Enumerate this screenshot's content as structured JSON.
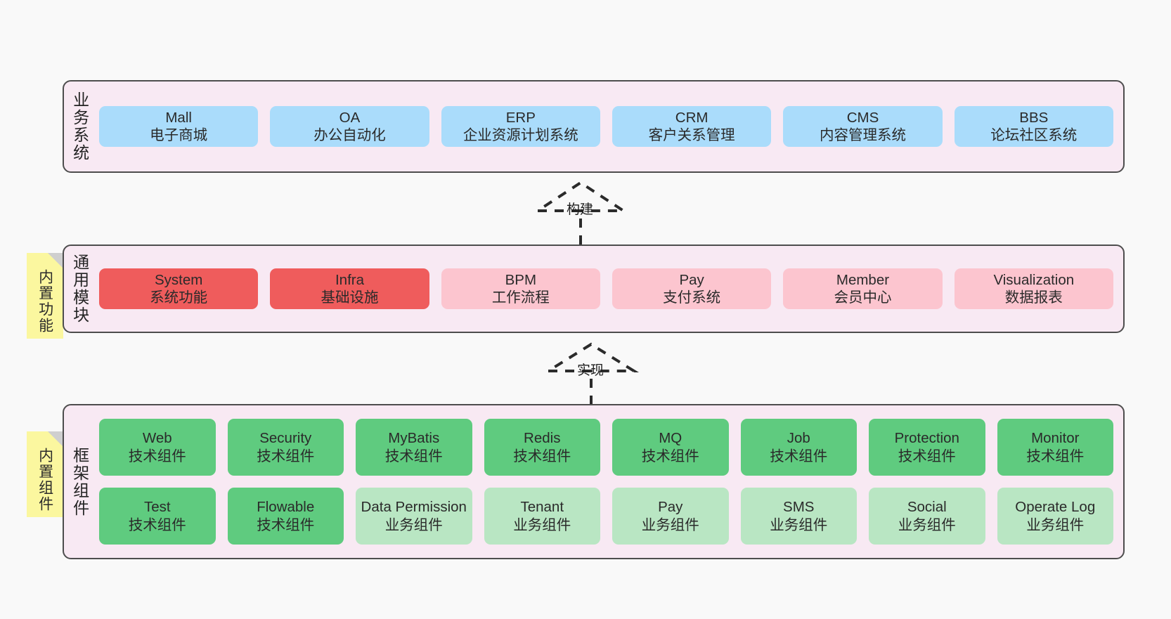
{
  "diagram": {
    "title": "系统架构分层图",
    "background": "#f9f9f9",
    "colors": {
      "container_fill": "#f8e9f3",
      "container_border": "#4d4d4d",
      "business_card": "#aadcfb",
      "module_core": "#ef5c5c",
      "module_other": "#fcc5cf",
      "framework_tech": "#5fcb7f",
      "framework_business": "#b9e6c3",
      "note_fill": "#fbf79f",
      "note_fold": "#cfcfcf"
    }
  },
  "layers": [
    {
      "id": "business",
      "title": "业务系统",
      "rows": [
        [
          {
            "en": "Mall",
            "cn": "电子商城",
            "style": "c-blue"
          },
          {
            "en": "OA",
            "cn": "办公自动化",
            "style": "c-blue"
          },
          {
            "en": "ERP",
            "cn": "企业资源计划系统",
            "style": "c-blue"
          },
          {
            "en": "CRM",
            "cn": "客户关系管理",
            "style": "c-blue"
          },
          {
            "en": "CMS",
            "cn": "内容管理系统",
            "style": "c-blue"
          },
          {
            "en": "BBS",
            "cn": "论坛社区系统",
            "style": "c-blue"
          }
        ]
      ]
    },
    {
      "id": "module",
      "title": "通用模块",
      "note": "内置功能",
      "rows": [
        [
          {
            "en": "System",
            "cn": "系统功能",
            "style": "c-red"
          },
          {
            "en": "Infra",
            "cn": "基础设施",
            "style": "c-red"
          },
          {
            "en": "BPM",
            "cn": "工作流程",
            "style": "c-pink"
          },
          {
            "en": "Pay",
            "cn": "支付系统",
            "style": "c-pink"
          },
          {
            "en": "Member",
            "cn": "会员中心",
            "style": "c-pink"
          },
          {
            "en": "Visualization",
            "cn": "数据报表",
            "style": "c-pink"
          }
        ]
      ]
    },
    {
      "id": "framework",
      "title": "框架组件",
      "note": "内置组件",
      "rows": [
        [
          {
            "en": "Web",
            "cn": "技术组件",
            "style": "c-green"
          },
          {
            "en": "Security",
            "cn": "技术组件",
            "style": "c-green"
          },
          {
            "en": "MyBatis",
            "cn": "技术组件",
            "style": "c-green"
          },
          {
            "en": "Redis",
            "cn": "技术组件",
            "style": "c-green"
          },
          {
            "en": "MQ",
            "cn": "技术组件",
            "style": "c-green"
          },
          {
            "en": "Job",
            "cn": "技术组件",
            "style": "c-green"
          },
          {
            "en": "Protection",
            "cn": "技术组件",
            "style": "c-green"
          },
          {
            "en": "Monitor",
            "cn": "技术组件",
            "style": "c-green"
          }
        ],
        [
          {
            "en": "Test",
            "cn": "技术组件",
            "style": "c-green"
          },
          {
            "en": "Flowable",
            "cn": "技术组件",
            "style": "c-green"
          },
          {
            "en": "Data Permission",
            "cn": "业务组件",
            "style": "c-green-light"
          },
          {
            "en": "Tenant",
            "cn": "业务组件",
            "style": "c-green-light"
          },
          {
            "en": "Pay",
            "cn": "业务组件",
            "style": "c-green-light"
          },
          {
            "en": "SMS",
            "cn": "业务组件",
            "style": "c-green-light"
          },
          {
            "en": "Social",
            "cn": "业务组件",
            "style": "c-green-light"
          },
          {
            "en": "Operate Log",
            "cn": "业务组件",
            "style": "c-green-light"
          }
        ]
      ]
    }
  ],
  "connectors": [
    {
      "id": "build",
      "label": "构建",
      "from": "module",
      "to": "business"
    },
    {
      "id": "implement",
      "label": "实现",
      "from": "framework",
      "to": "module"
    }
  ]
}
